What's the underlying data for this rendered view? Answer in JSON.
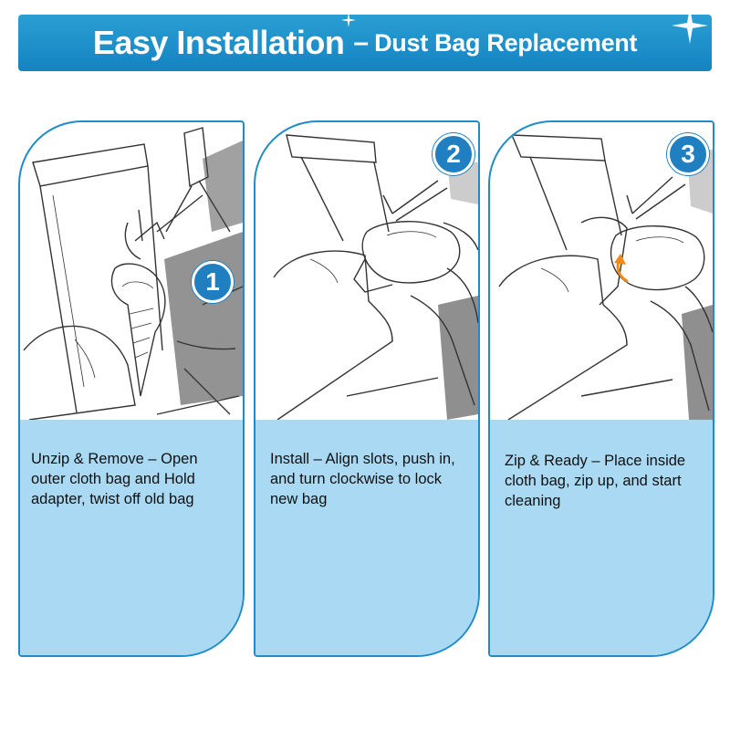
{
  "header": {
    "title": "Easy Installation",
    "dash": "–",
    "subtitle": "Dust Bag Replacement"
  },
  "steps": [
    {
      "number": "1",
      "text": "Unzip & Remove – Open outer cloth bag and Hold adapter, twist off old bag"
    },
    {
      "number": "2",
      "text": "Install –  Align slots, push in, and turn clockwise to lock new bag"
    },
    {
      "number": "3",
      "text": "Zip & Ready – Place inside cloth bag, zip up, and start cleaning"
    }
  ],
  "colors": {
    "banner": "#1483c2",
    "panel_border": "#1f8cc8",
    "text_area": "#a9d9f3",
    "badge": "#1f7fc0",
    "arrow_accent": "#f08a1c"
  },
  "icons": [
    "sparkle-icon",
    "step-number-badge",
    "rotate-arrow-icon"
  ]
}
